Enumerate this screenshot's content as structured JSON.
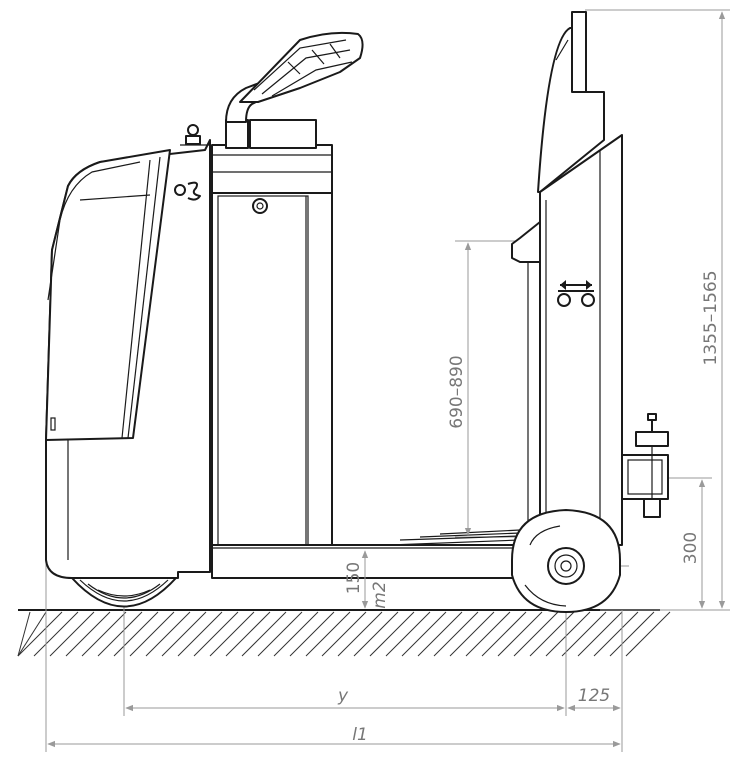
{
  "dimensions": {
    "mast_height": "1355–1565",
    "platform_height": "690–890",
    "hitch_height": "300",
    "ground_clearance": "150",
    "m2": "m2",
    "wheelbase_y": "y",
    "front_overhang": "125",
    "overall_length": "l1"
  },
  "colors": {
    "line": "#1a1a1a",
    "dimension": "#9a9a9a",
    "dimension_text": "#777777"
  },
  "icons": {
    "lift_symbol": "lift-arrows-icon",
    "logo": "brand-logo-icon"
  }
}
